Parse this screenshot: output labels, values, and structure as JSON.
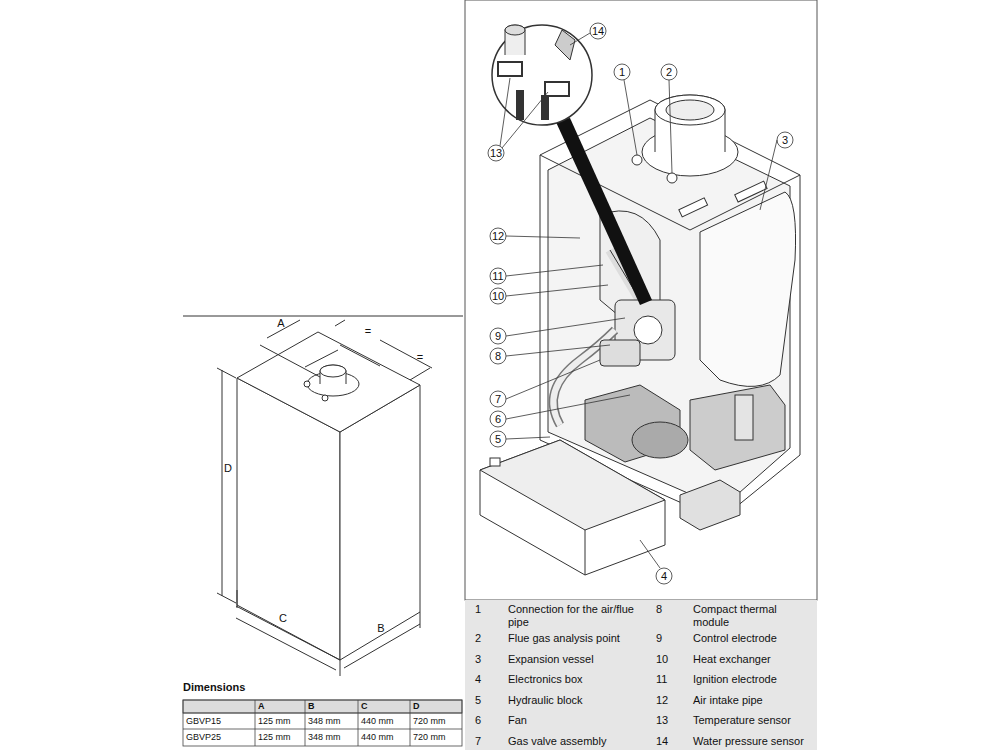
{
  "diagram": {
    "labels": [
      "14",
      "1",
      "2",
      "3",
      "12",
      "11",
      "10",
      "9",
      "8",
      "7",
      "6",
      "5",
      "4",
      "13",
      "A",
      "=",
      "=",
      "D",
      "C",
      "B",
      "Dimensions",
      "A",
      "B",
      "C",
      "D",
      "GBVP15",
      "125 mm",
      "348 mm",
      "440 mm",
      "720 mm",
      "GBVP25",
      "125 mm",
      "348 mm",
      "440 mm",
      "720 mm",
      "1",
      "Connection for the air/flue pipe",
      "8",
      "Compact thermal module",
      "2",
      "Flue gas analysis point",
      "9",
      "Control electrode",
      "3",
      "Expansion vessel",
      "10",
      "Heat exchanger",
      "4",
      "Electronics box",
      "11",
      "Ignition electrode",
      "5",
      "Hydraulic block",
      "12",
      "Air intake pipe",
      "6",
      "Fan",
      "13",
      "Temperature sensor",
      "7",
      "Gas valve assembly",
      "14",
      "Water pressure sensor"
    ]
  }
}
